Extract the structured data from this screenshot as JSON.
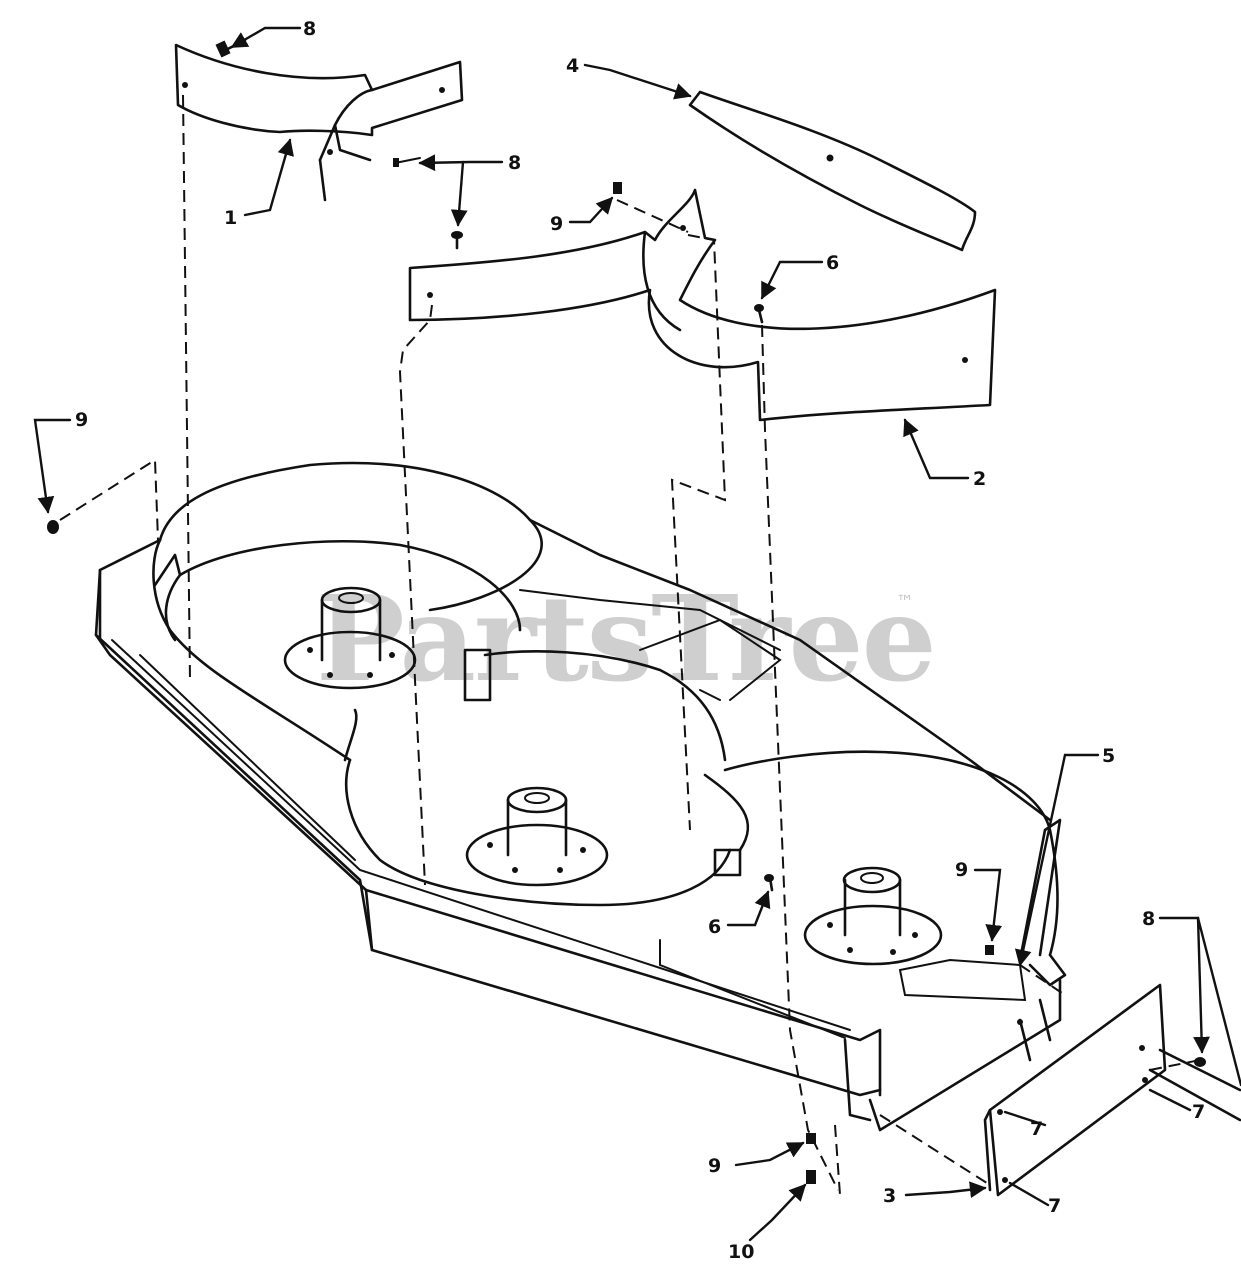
{
  "watermark": {
    "text": "PartsTree",
    "trademark": "™"
  },
  "callouts": {
    "c1": "1",
    "c2": "2",
    "c3": "3",
    "c4": "4",
    "c5": "5",
    "c6a": "6",
    "c6b": "6",
    "c7a": "7",
    "c7b": "7",
    "c7c": "7",
    "c8a": "8",
    "c8b": "8",
    "c8c": "8",
    "c9a": "9",
    "c9b": "9",
    "c9c": "9",
    "c9d": "9",
    "c10": "10"
  },
  "colors": {
    "line": "#111111",
    "watermark": "#cfcfcf",
    "background": "#ffffff"
  }
}
